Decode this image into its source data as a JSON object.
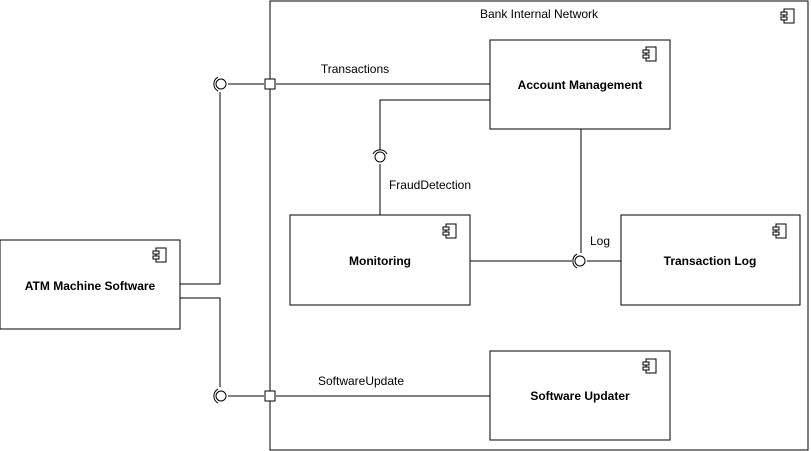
{
  "diagram": {
    "container": {
      "title": "Bank Internal Network"
    },
    "components": {
      "account_management": "Account Management",
      "monitoring": "Monitoring",
      "transaction_log": "Transaction Log",
      "software_updater": "Software Updater",
      "atm_software": "ATM Machine Software"
    },
    "interfaces": {
      "transactions": "Transactions",
      "fraud_detection": "FraudDetection",
      "log": "Log",
      "software_update": "SoftwareUpdate"
    },
    "icons": [
      "component-icon",
      "port-icon",
      "provided-interface-icon",
      "required-interface-icon"
    ]
  }
}
